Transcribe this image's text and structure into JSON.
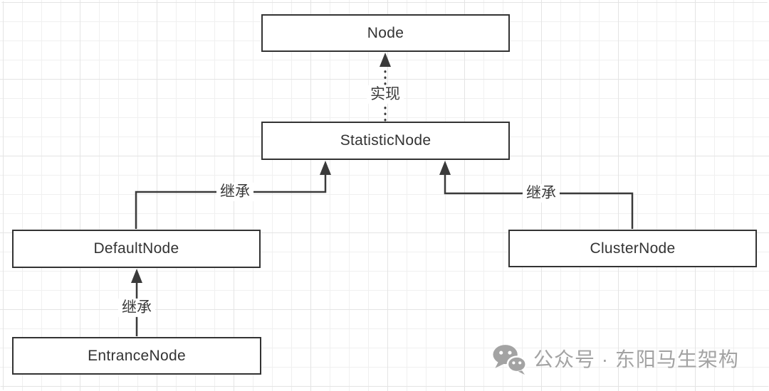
{
  "diagram": {
    "nodes": [
      {
        "id": "node",
        "label": "Node"
      },
      {
        "id": "statistic-node",
        "label": "StatisticNode"
      },
      {
        "id": "default-node",
        "label": "DefaultNode"
      },
      {
        "id": "cluster-node",
        "label": "ClusterNode"
      },
      {
        "id": "entrance-node",
        "label": "EntranceNode"
      }
    ],
    "edges": [
      {
        "from": "StatisticNode",
        "to": "Node",
        "type": "realization",
        "label": "实现",
        "line_style": "dotted"
      },
      {
        "from": "DefaultNode",
        "to": "StatisticNode",
        "type": "inheritance",
        "label": "继承",
        "line_style": "solid"
      },
      {
        "from": "ClusterNode",
        "to": "StatisticNode",
        "type": "inheritance",
        "label": "继承",
        "line_style": "solid"
      },
      {
        "from": "EntranceNode",
        "to": "DefaultNode",
        "type": "inheritance",
        "label": "继承",
        "line_style": "solid"
      }
    ]
  },
  "watermark": {
    "icon": "wechat-icon",
    "text": "公众号 · 东阳马生架构",
    "color": "#a3a3a3"
  },
  "colors": {
    "box_border": "#333333",
    "box_fill": "#ffffff",
    "edge_line": "#3a3a3a",
    "grid_minor": "#f0f0f0",
    "grid_major": "#e4e4e4",
    "background": "#ffffff"
  }
}
